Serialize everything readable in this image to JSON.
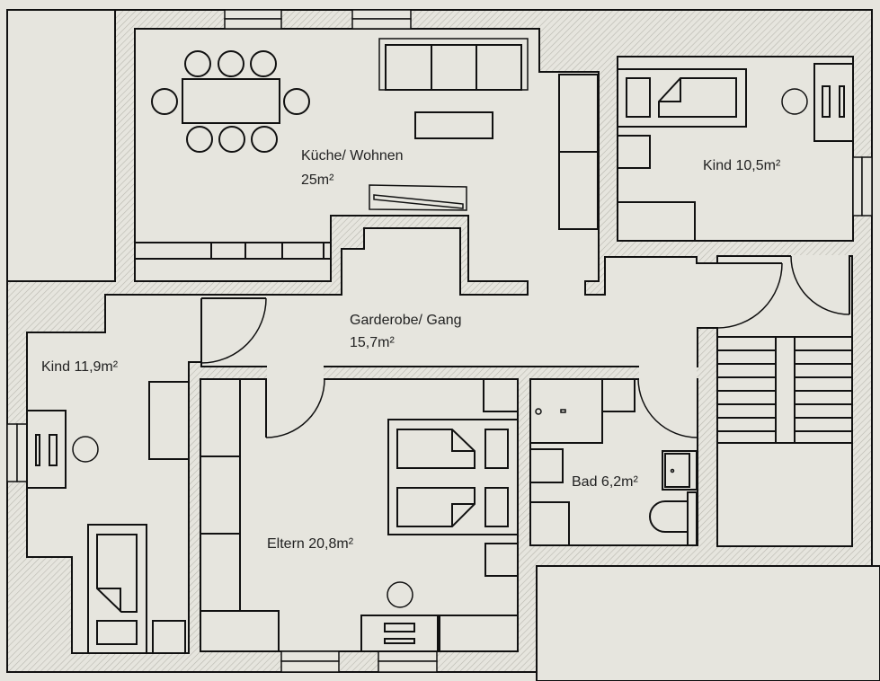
{
  "rooms": {
    "kueche": {
      "name": "Küche/ Wohnen",
      "area": "25m²"
    },
    "kind_a": {
      "label": "Kind 10,5m²"
    },
    "gang": {
      "name": "Garderobe/ Gang",
      "area": "15,7m²"
    },
    "kind_b": {
      "label": "Kind 11,9m²"
    },
    "eltern": {
      "label": "Eltern 20,8m²"
    },
    "bad": {
      "label": "Bad 6,2m²"
    }
  },
  "colors": {
    "background": "#e6e5de",
    "lines": "#111111",
    "hatch": "#b9b8b0"
  }
}
